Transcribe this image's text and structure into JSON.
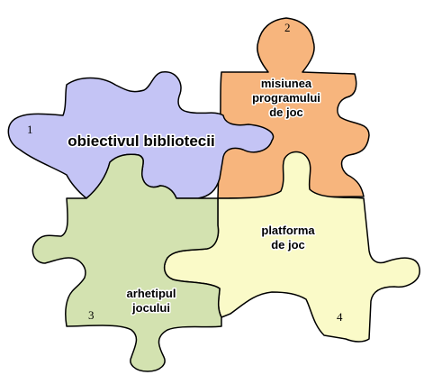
{
  "pieces": [
    {
      "number": "1",
      "label": [
        "obiectivul bibliotecii"
      ],
      "color": "#c4c4f5"
    },
    {
      "number": "2",
      "label": [
        "misiunea",
        "programului",
        "de joc"
      ],
      "color": "#f7b57d"
    },
    {
      "number": "3",
      "label": [
        "arhetipul",
        "jocului"
      ],
      "color": "#d3e2b0"
    },
    {
      "number": "4",
      "label": [
        "platforma",
        "de joc"
      ],
      "color": "#fafac8"
    }
  ]
}
